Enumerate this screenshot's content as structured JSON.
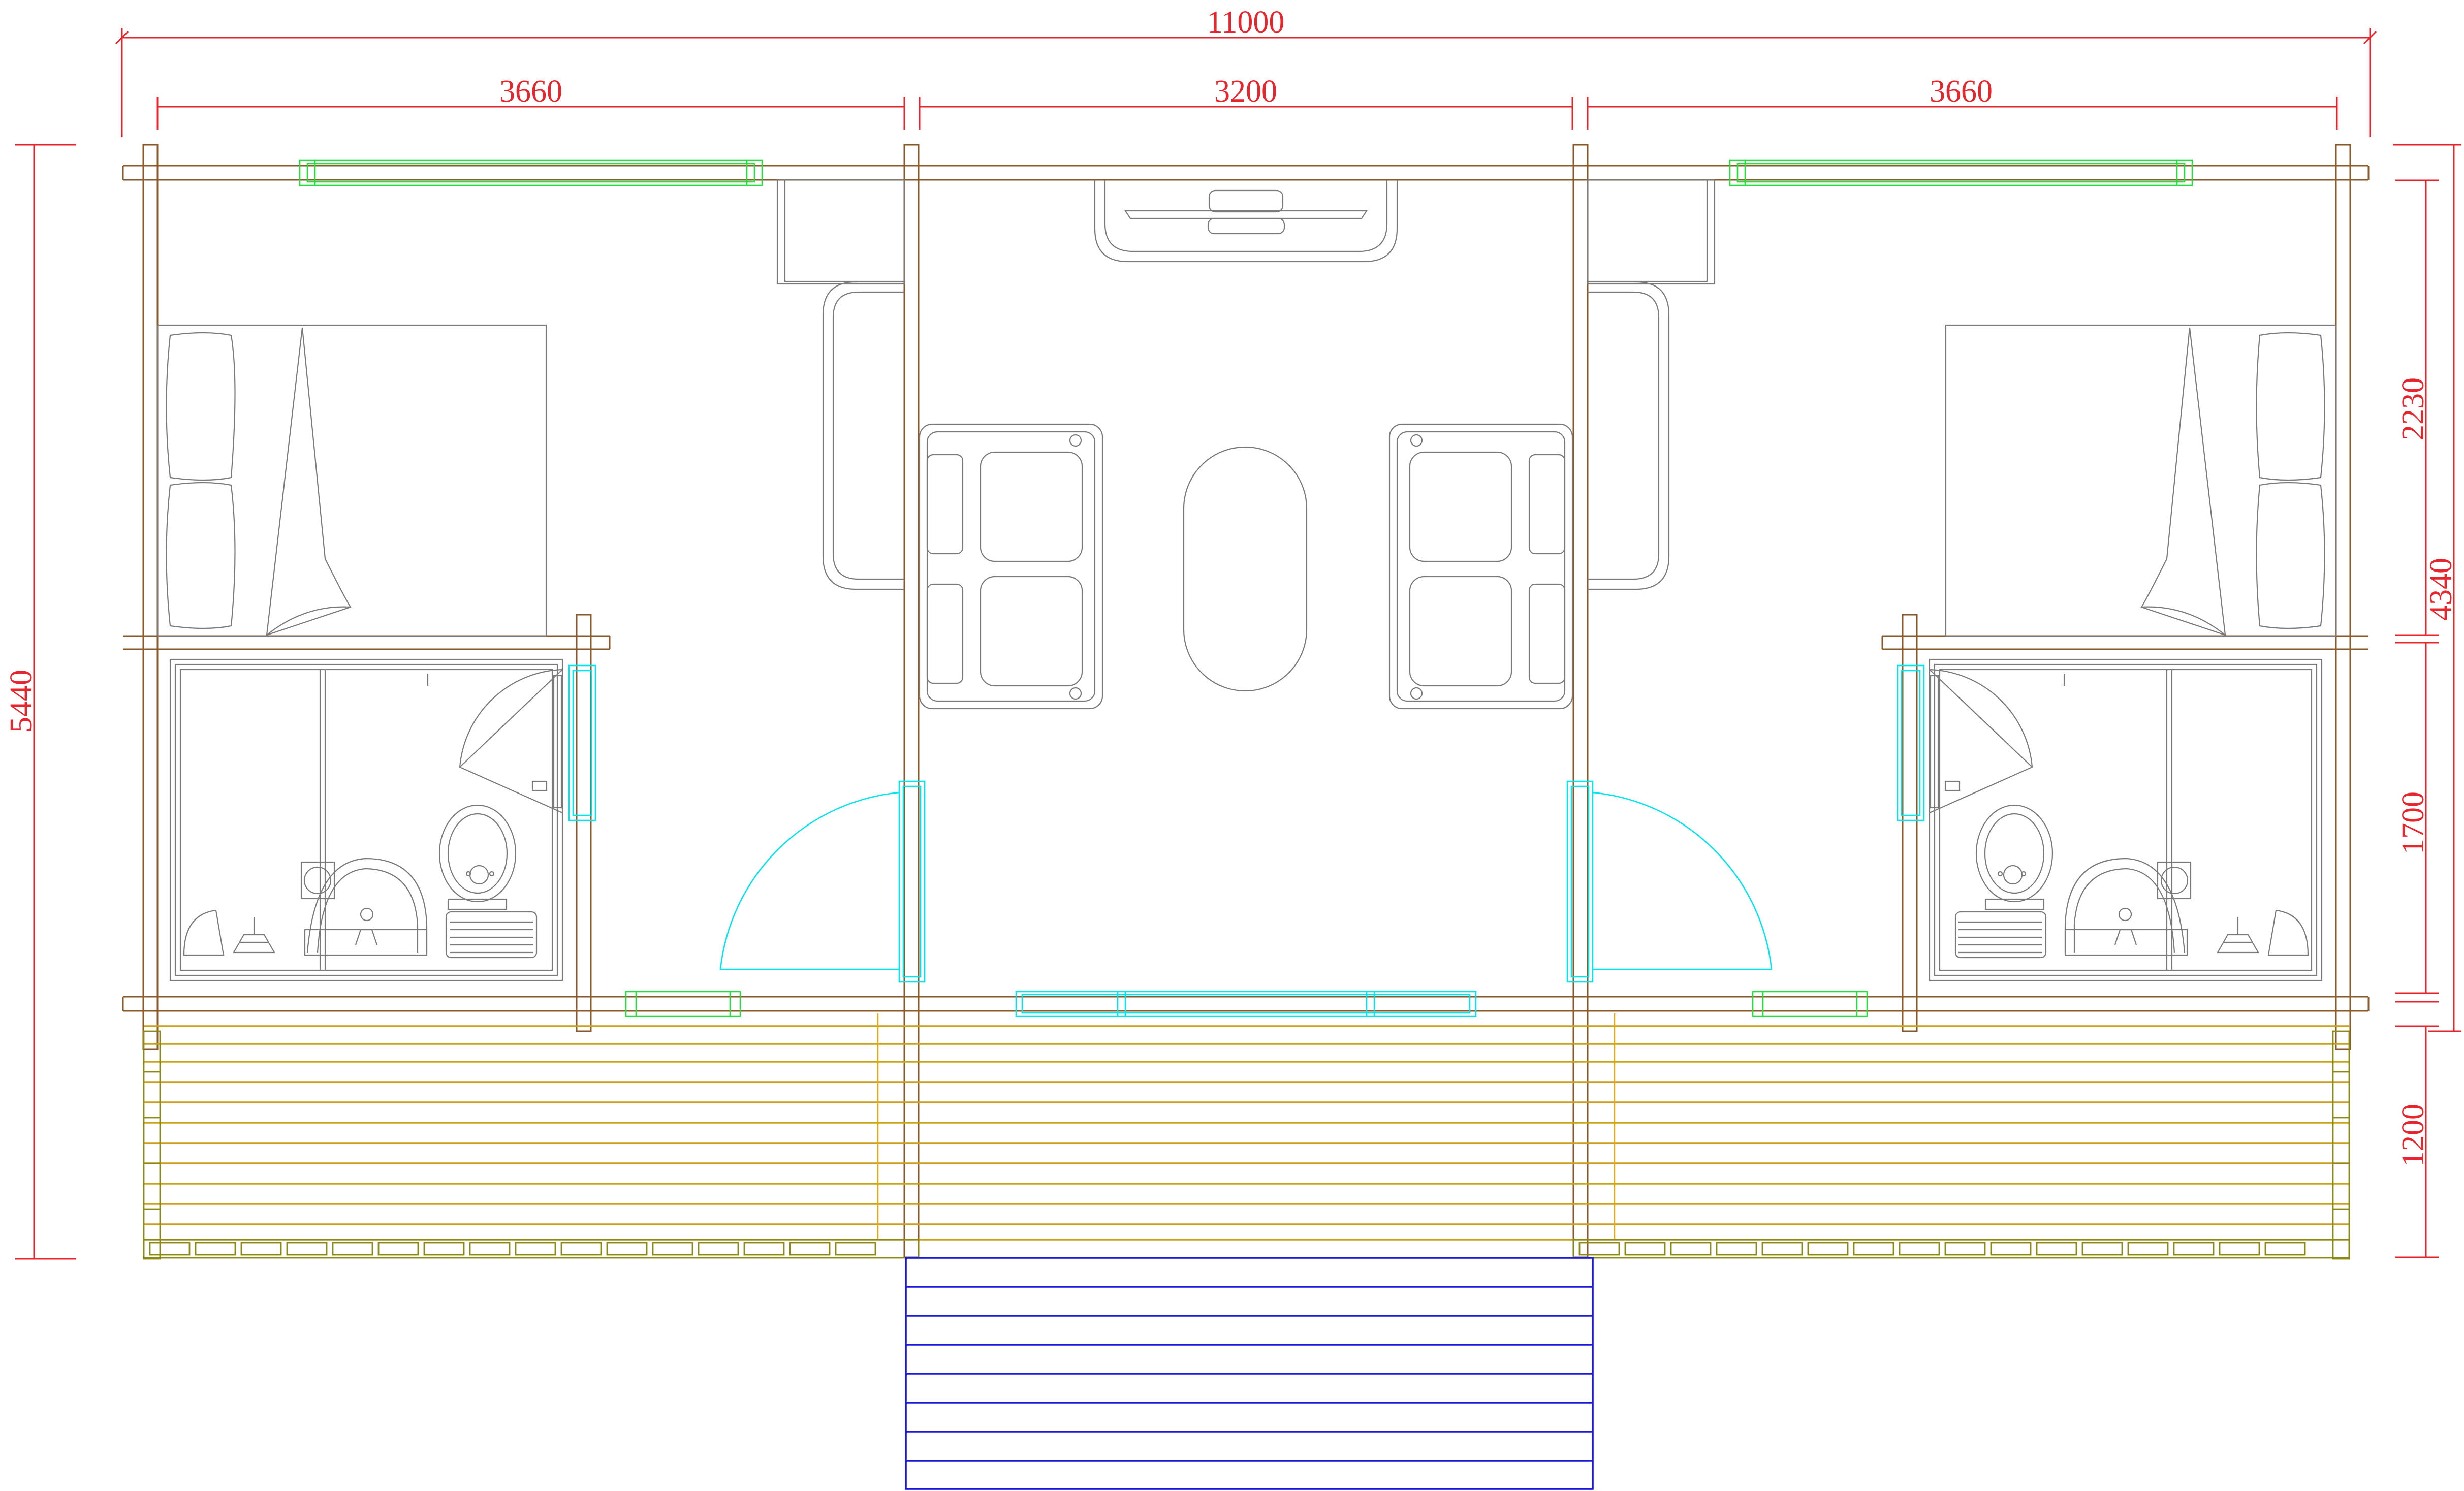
{
  "drawing": {
    "overall_width": "11000",
    "left_room_width": "3660",
    "center_width": "3200",
    "right_room_width": "3660",
    "overall_depth": "5440",
    "bedroom_depth": "2230",
    "room_depth": "4340",
    "bathroom_depth": "1700",
    "deck_depth": "1200"
  },
  "colors": {
    "dimension": "#e8242c",
    "wall": "#8b5a2b",
    "furniture": "#7a7a7a",
    "window": "#22e03a",
    "door": "#00e5ee",
    "deck": "#c9a21a",
    "stairs": "#1a1ad8"
  }
}
